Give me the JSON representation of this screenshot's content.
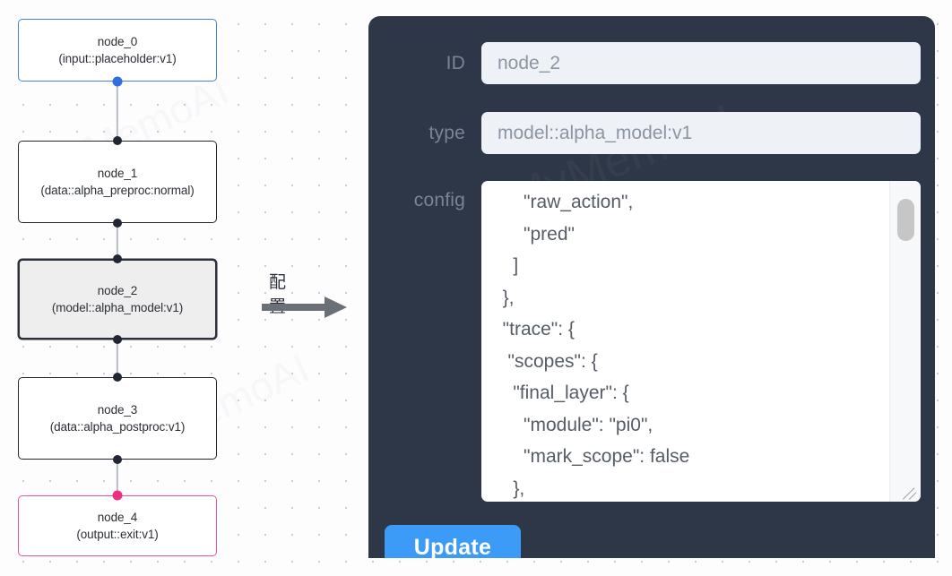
{
  "graph": {
    "nodes": [
      {
        "id": "node_0",
        "label": "node_0\n(input::placeholder:v1)",
        "kind": "input",
        "selected": false
      },
      {
        "id": "node_1",
        "label": "node_1\n(data::alpha_preproc:normal)",
        "kind": "default",
        "selected": false
      },
      {
        "id": "node_2",
        "label": "node_2\n(model::alpha_model:v1)",
        "kind": "default",
        "selected": true
      },
      {
        "id": "node_3",
        "label": "node_3\n(data::alpha_postproc:v1)",
        "kind": "default",
        "selected": false
      },
      {
        "id": "node_4",
        "label": "node_4\n(output::exit:v1)",
        "kind": "output",
        "selected": false
      }
    ],
    "edges": [
      {
        "from": "node_0",
        "to": "node_1"
      },
      {
        "from": "node_1",
        "to": "node_2"
      },
      {
        "from": "node_2",
        "to": "node_3"
      },
      {
        "from": "node_3",
        "to": "node_4"
      }
    ],
    "colors": {
      "input_border": "#4a7fd4",
      "output_border": "#e8559c",
      "default_border": "#21262e",
      "selected_fill": "#eeeeee",
      "edge": "#b9bcc2",
      "handle": "#222533",
      "handle_input": "#2f6fe0",
      "handle_output": "#ef2d83"
    }
  },
  "annotation": {
    "arrow_label": "配置"
  },
  "panel": {
    "background": "#2e3747",
    "id_field": {
      "label": "ID",
      "value": "node_2"
    },
    "type_field": {
      "label": "type",
      "value": "model::alpha_model:v1"
    },
    "config_field": {
      "label": "config",
      "value": "      \"raw_action\",\n      \"pred\"\n    ]\n  },\n  \"trace\": {\n   \"scopes\": {\n    \"final_layer\": {\n      \"module\": \"pi0\",\n      \"mark_scope\": false\n    },\n    \"action_model\": {"
    },
    "update_button": {
      "label": "Update",
      "color": "#3c9bf7"
    }
  }
}
